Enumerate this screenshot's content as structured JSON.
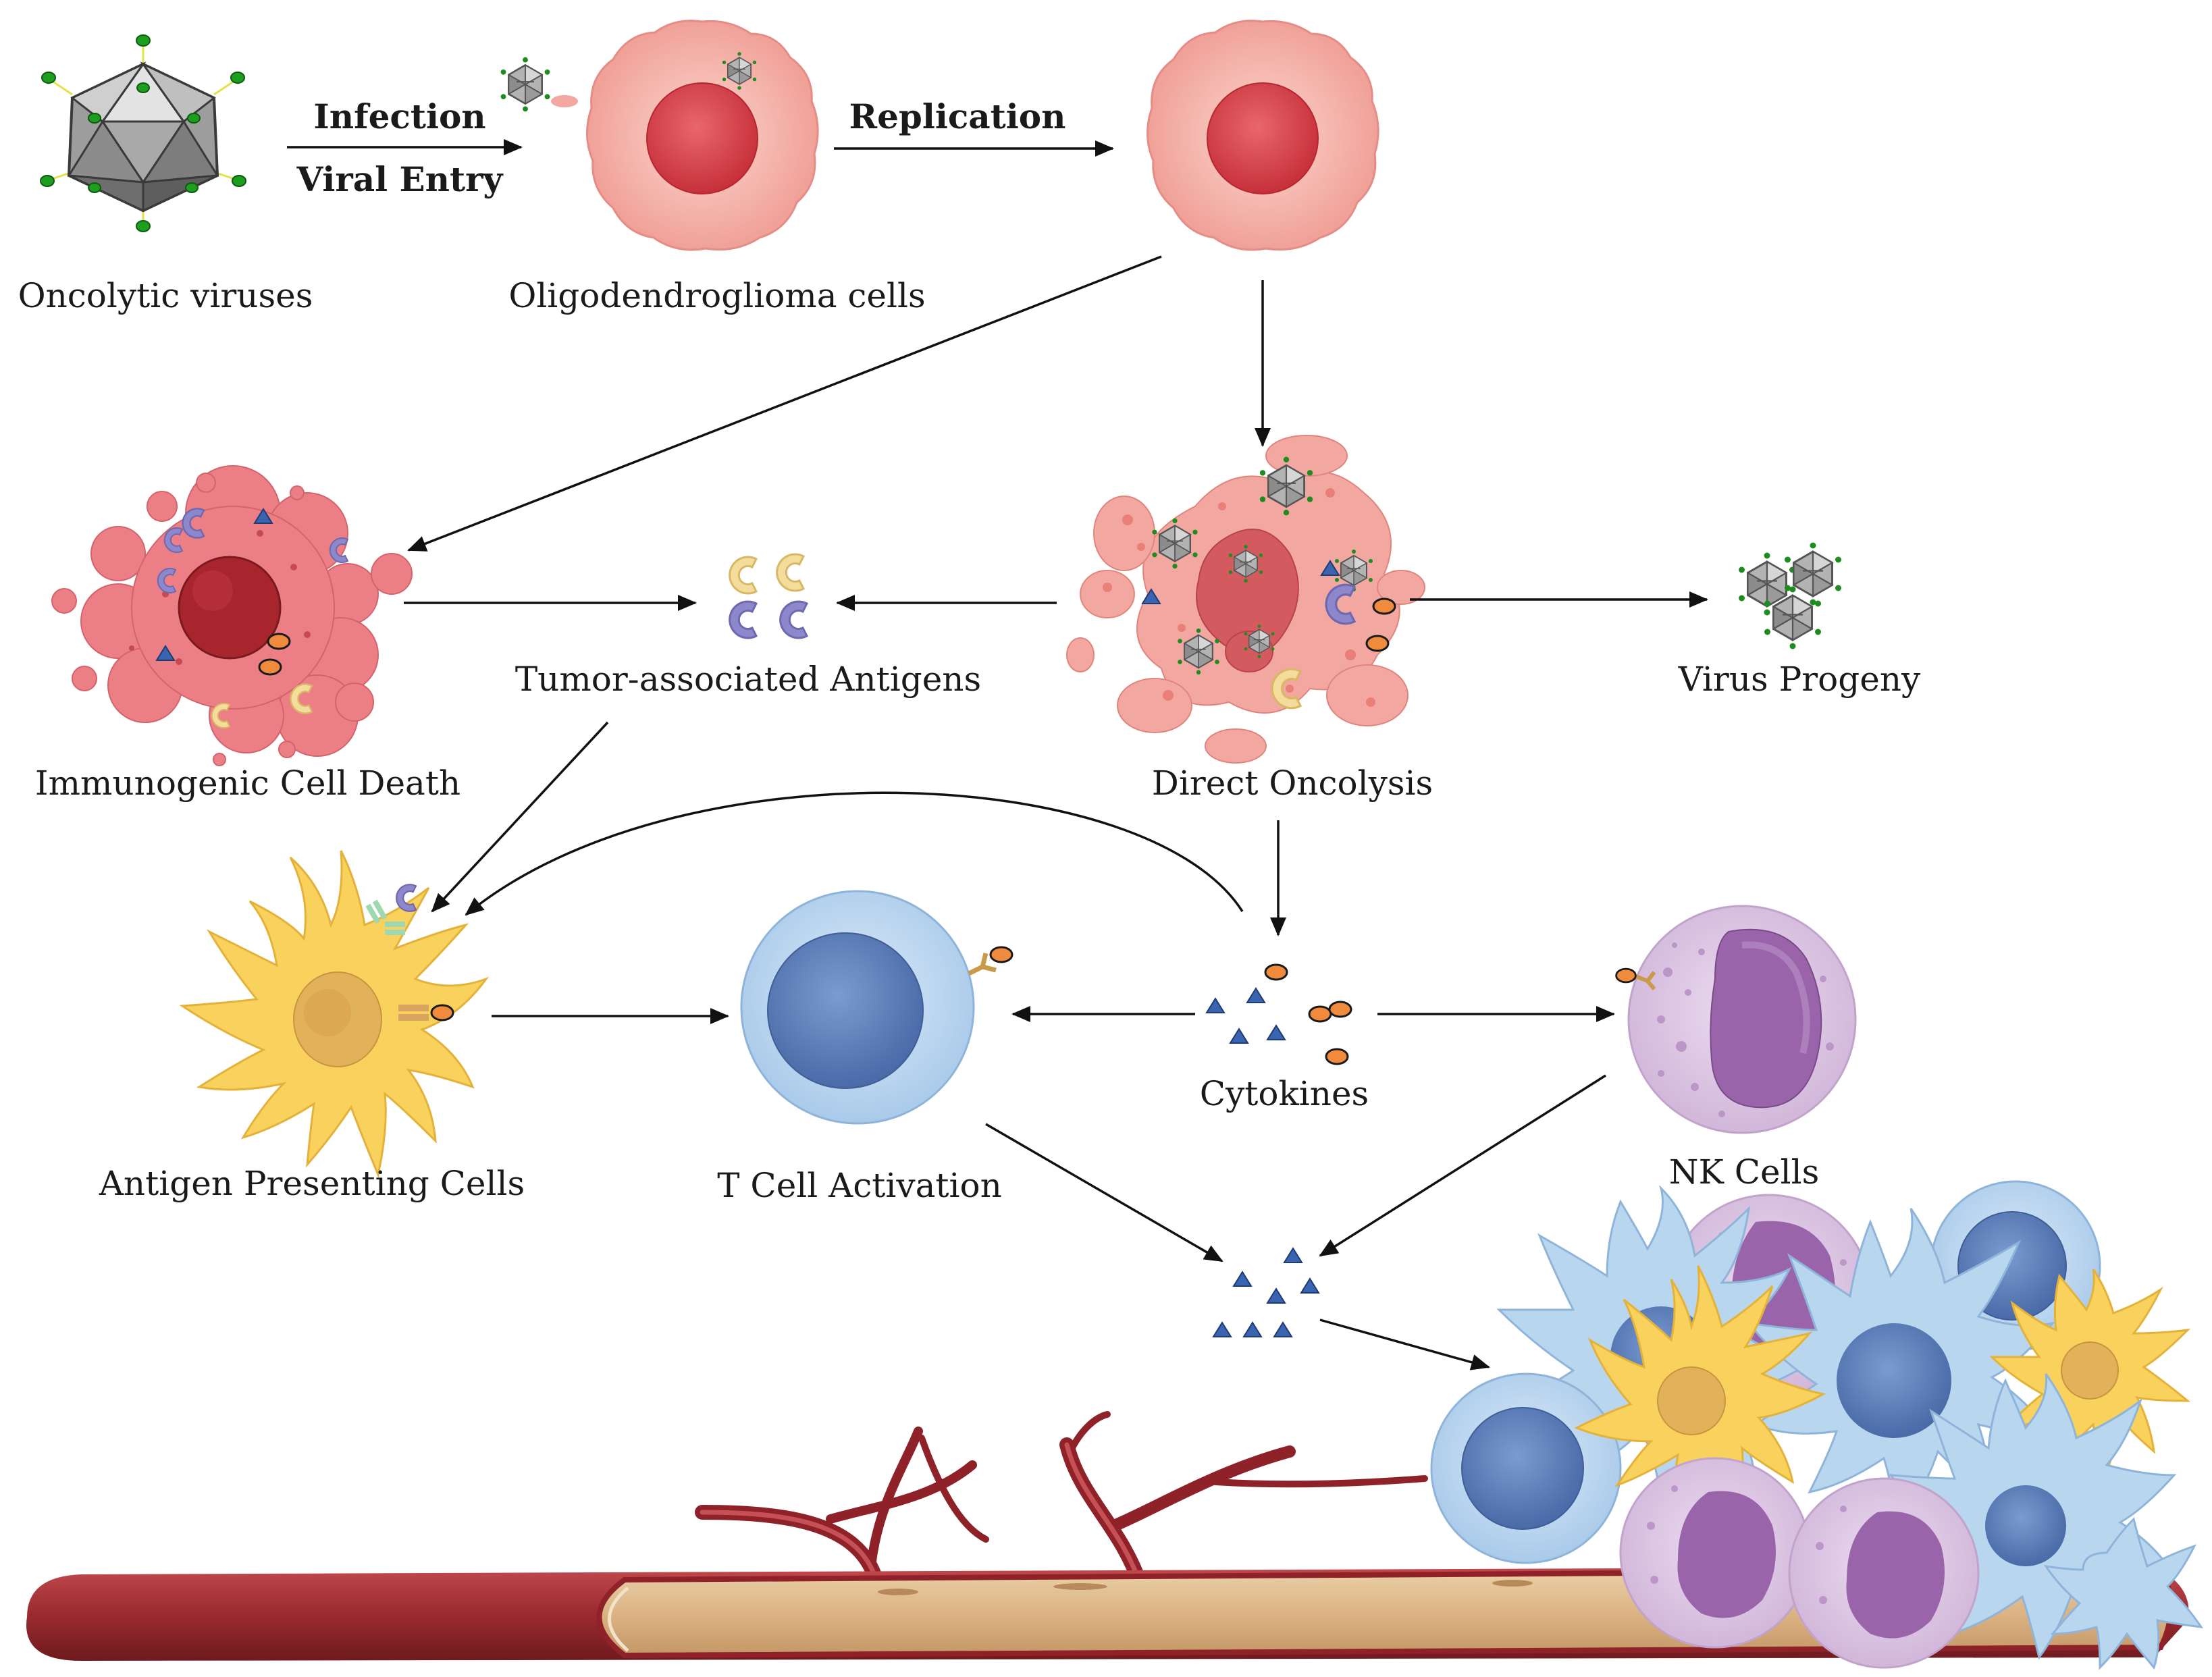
{
  "labels": {
    "oncolytic_viruses": "Oncolytic viruses",
    "infection": "Infection",
    "viral_entry": "Viral Entry",
    "oligodendroglioma_cells": "Oligodendroglioma cells",
    "replication": "Replication",
    "immunogenic_cell_death": "Immunogenic Cell Death",
    "tumor_associated_antigens": "Tumor-associated Antigens",
    "direct_oncolysis": "Direct Oncolysis",
    "virus_progeny": "Virus Progeny",
    "antigen_presenting_cells": "Antigen Presenting Cells",
    "t_cell_activation": "T Cell Activation",
    "cytokines": "Cytokines",
    "nk_cells": "NK Cells"
  },
  "colors": {
    "tumor_cell": "#f4a9a0",
    "tumor_nucleus": "#d9434a",
    "dying_cell": "#ec7f85",
    "dying_nucleus": "#a8252e",
    "virus_shell": "#a8a8a8",
    "virus_spike": "#1e8c1e",
    "apc": "#f8d25c",
    "t_cell": "#b9d6ef",
    "t_nucleus": "#5b7fba",
    "nk_cell": "#ddc6e3",
    "nk_nucleus": "#9a64aa",
    "cytokine_triangle": "#3a64b0",
    "cytokine_oval": "#f08a3c",
    "vessel": "#a8353a",
    "vessel_inner": "#deb483"
  }
}
